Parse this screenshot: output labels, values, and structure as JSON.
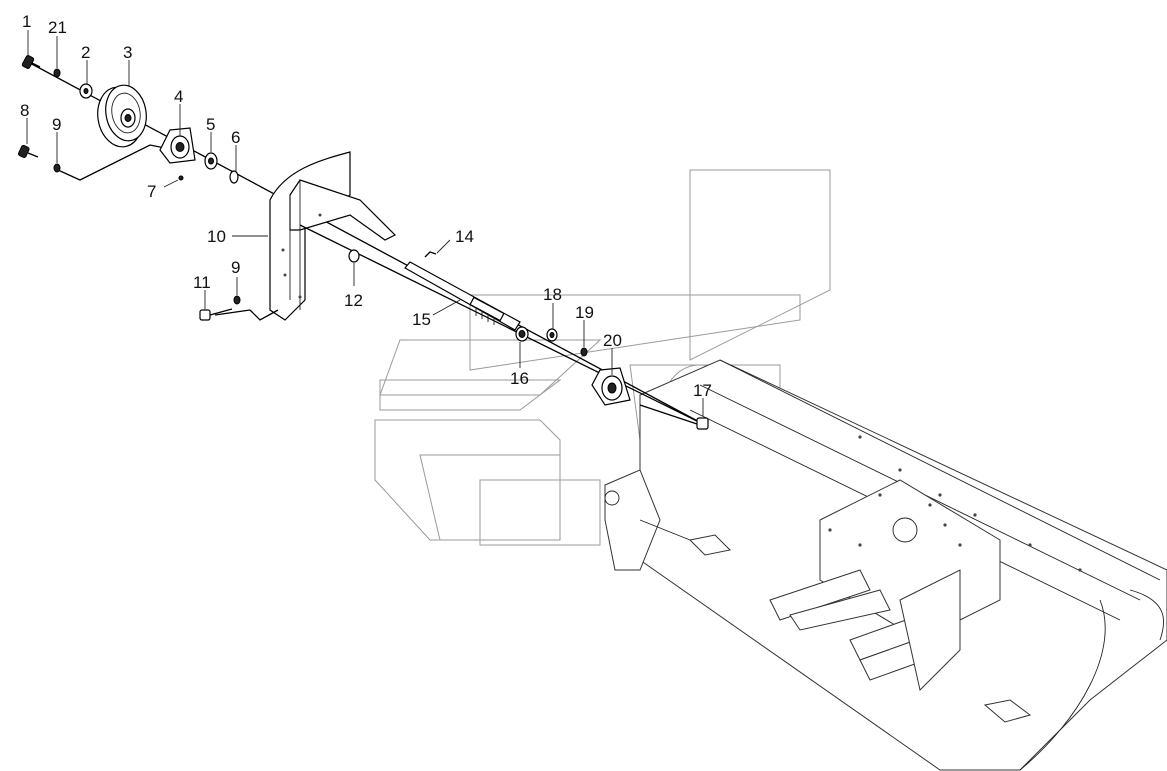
{
  "callouts": {
    "c1": "1",
    "c21": "21",
    "c2": "2",
    "c3": "3",
    "c4": "4",
    "c5": "5",
    "c6": "6",
    "c7": "7",
    "c8": "8",
    "c9a": "9",
    "c10": "10",
    "c11": "11",
    "c9b": "9",
    "c12": "12",
    "c14": "14",
    "c15": "15",
    "c16": "16",
    "c17": "17",
    "c18": "18",
    "c19": "19",
    "c20": "20"
  }
}
